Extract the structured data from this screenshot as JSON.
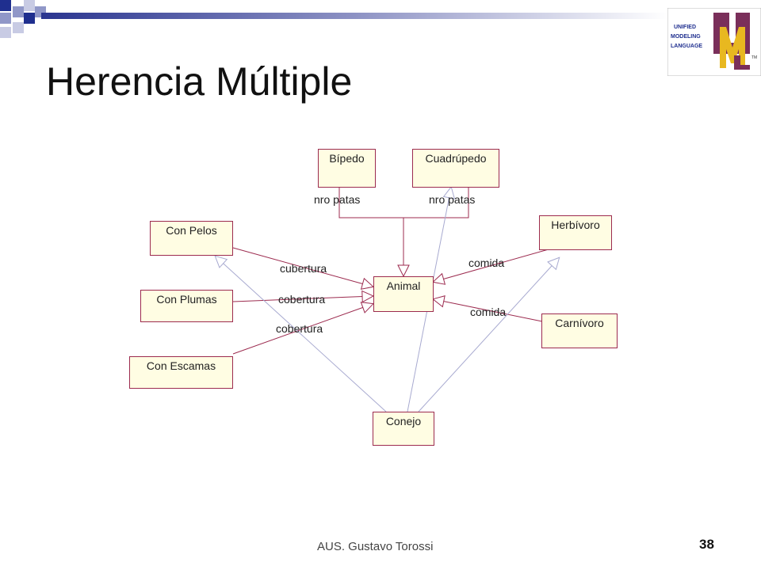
{
  "slide": {
    "title": "Herencia Múltiple",
    "footer_author": "AUS. Gustavo Torossi",
    "page_number": "38"
  },
  "logo": {
    "line1": "UNIFIED",
    "line2": "MODELING",
    "line3": "LANGUAGE",
    "mark": "TM"
  },
  "colors": {
    "accent_blue": "#1f2f8f",
    "association": "#9c2b4f",
    "generalization": "#a8aad0",
    "class_fill": "#fffde3"
  },
  "classes": {
    "bipedo": "Bípedo",
    "cuadrupedo": "Cuadrúpedo",
    "con_pelos": "Con Pelos",
    "con_plumas": "Con Plumas",
    "con_escamas": "Con Escamas",
    "animal": "Animal",
    "herbivoro": "Herbívoro",
    "carnivoro": "Carnívoro",
    "conejo": "Conejo"
  },
  "labels": {
    "bipedo_role": "nro patas",
    "cuadrupedo_role": "nro patas",
    "pelos_role": "cubertura",
    "plumas_role": "cobertura",
    "escamas_role": "cobertura",
    "herbivoro_role": "comida",
    "carnivoro_role": "comida"
  }
}
